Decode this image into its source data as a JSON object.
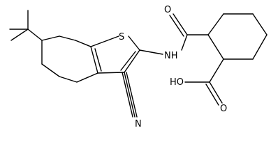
{
  "molecule": {
    "atom_labels": {
      "sulfur": "S",
      "amide_nh": "NH",
      "amide_oxygen": "O",
      "acid_oxygen": "O",
      "acid_hydroxyl": "HO",
      "nitrile_nitrogen": "N"
    }
  }
}
